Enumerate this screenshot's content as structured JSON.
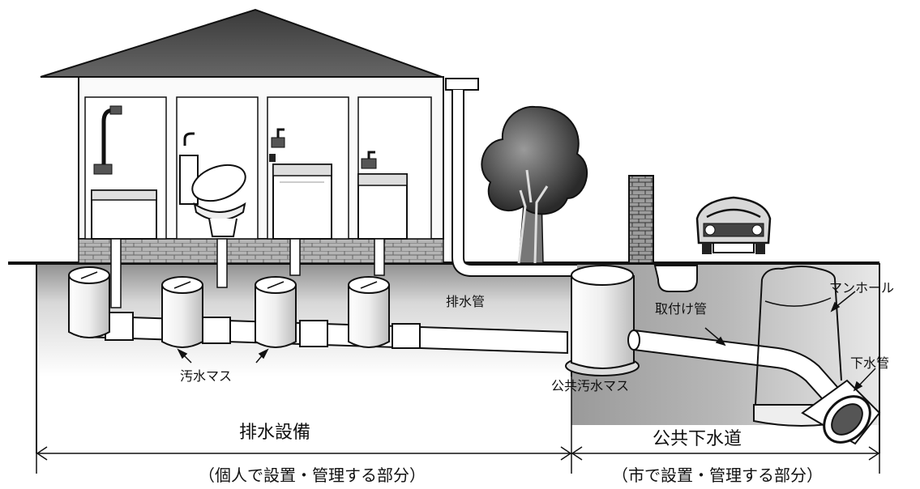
{
  "labels": {
    "drain_pipe": "排水管",
    "sewage_basin": "汚水マス",
    "connection_pipe": "取付け管",
    "manhole": "マンホール",
    "sewer_pipe": "下水管",
    "public_basin": "公共汚水マス",
    "drainage_facility": "排水設備",
    "private_scope": "（個人で設置・管理する部分）",
    "public_sewer": "公共下水道",
    "city_scope": "（市で設置・管理する部分）"
  },
  "colors": {
    "roof": "#545454",
    "ground_shade": "#9a9a9a",
    "line": "#111111",
    "brick": "#8a8a8a"
  }
}
